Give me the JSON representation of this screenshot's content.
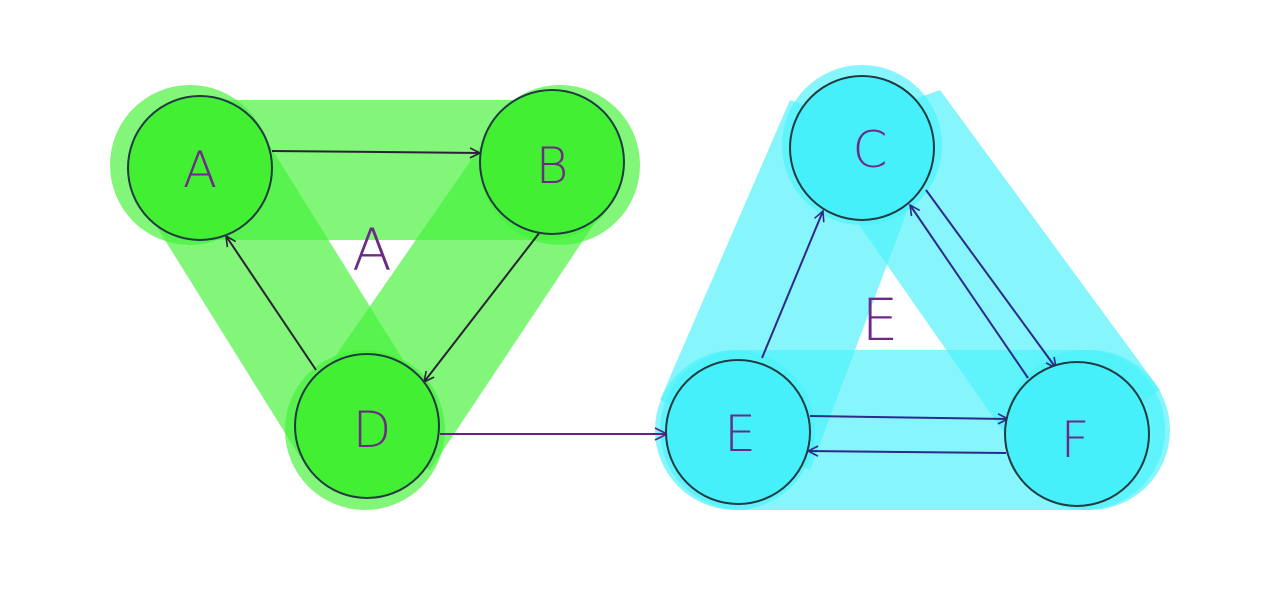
{
  "colors": {
    "green_group": "#46f23a",
    "cyan_group": "#4cf2fb",
    "green_node": "#42ef33",
    "cyan_node": "#46f0fa",
    "node_stroke": "#1f3a40",
    "edge_green": "#2a2233",
    "edge_cyan": "#2d2a8a",
    "edge_bridge": "#6a1e8c",
    "label": "#6c2a86"
  },
  "groups": [
    {
      "id": "green",
      "label": "A",
      "color": "green_group"
    },
    {
      "id": "cyan",
      "label": "E",
      "color": "cyan_group"
    }
  ],
  "nodes": [
    {
      "id": "A",
      "label": "A",
      "group": "green"
    },
    {
      "id": "B",
      "label": "B",
      "group": "green"
    },
    {
      "id": "D",
      "label": "D",
      "group": "green"
    },
    {
      "id": "C",
      "label": "C",
      "group": "cyan"
    },
    {
      "id": "E",
      "label": "E",
      "group": "cyan"
    },
    {
      "id": "F",
      "label": "F",
      "group": "cyan"
    }
  ],
  "edges": [
    {
      "from": "A",
      "to": "B"
    },
    {
      "from": "B",
      "to": "D"
    },
    {
      "from": "D",
      "to": "A"
    },
    {
      "from": "D",
      "to": "E"
    },
    {
      "from": "E",
      "to": "C"
    },
    {
      "from": "C",
      "to": "F"
    },
    {
      "from": "F",
      "to": "C"
    },
    {
      "from": "E",
      "to": "F"
    },
    {
      "from": "F",
      "to": "E"
    }
  ]
}
